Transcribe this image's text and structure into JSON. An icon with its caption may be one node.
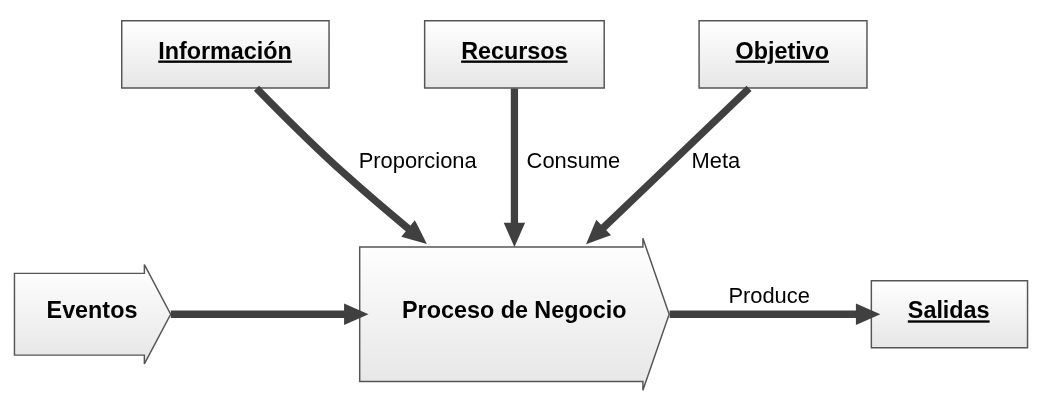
{
  "diagram": {
    "nodes": [
      {
        "text": [
          "Información"
        ]
      },
      {
        "text": [
          "Recursos"
        ]
      },
      {
        "text": [
          "Objetivo"
        ]
      },
      {
        "text": [
          "Eventos"
        ]
      },
      {
        "text": [
          "Proceso de Negocio"
        ]
      },
      {
        "text": [
          "Salidas"
        ]
      }
    ],
    "edges": [
      {
        "from": 0,
        "to": 4,
        "arrow": "to",
        "label": "Proporciona"
      },
      {
        "from": 1,
        "to": 4,
        "arrow": "to",
        "label": "Consume"
      },
      {
        "from": 2,
        "to": 4,
        "arrow": "to",
        "label": "Meta"
      },
      {
        "from": 3,
        "to": 4,
        "arrow": "to"
      },
      {
        "from": 4,
        "to": 5,
        "arrow": "to",
        "label": "Produce"
      }
    ]
  }
}
